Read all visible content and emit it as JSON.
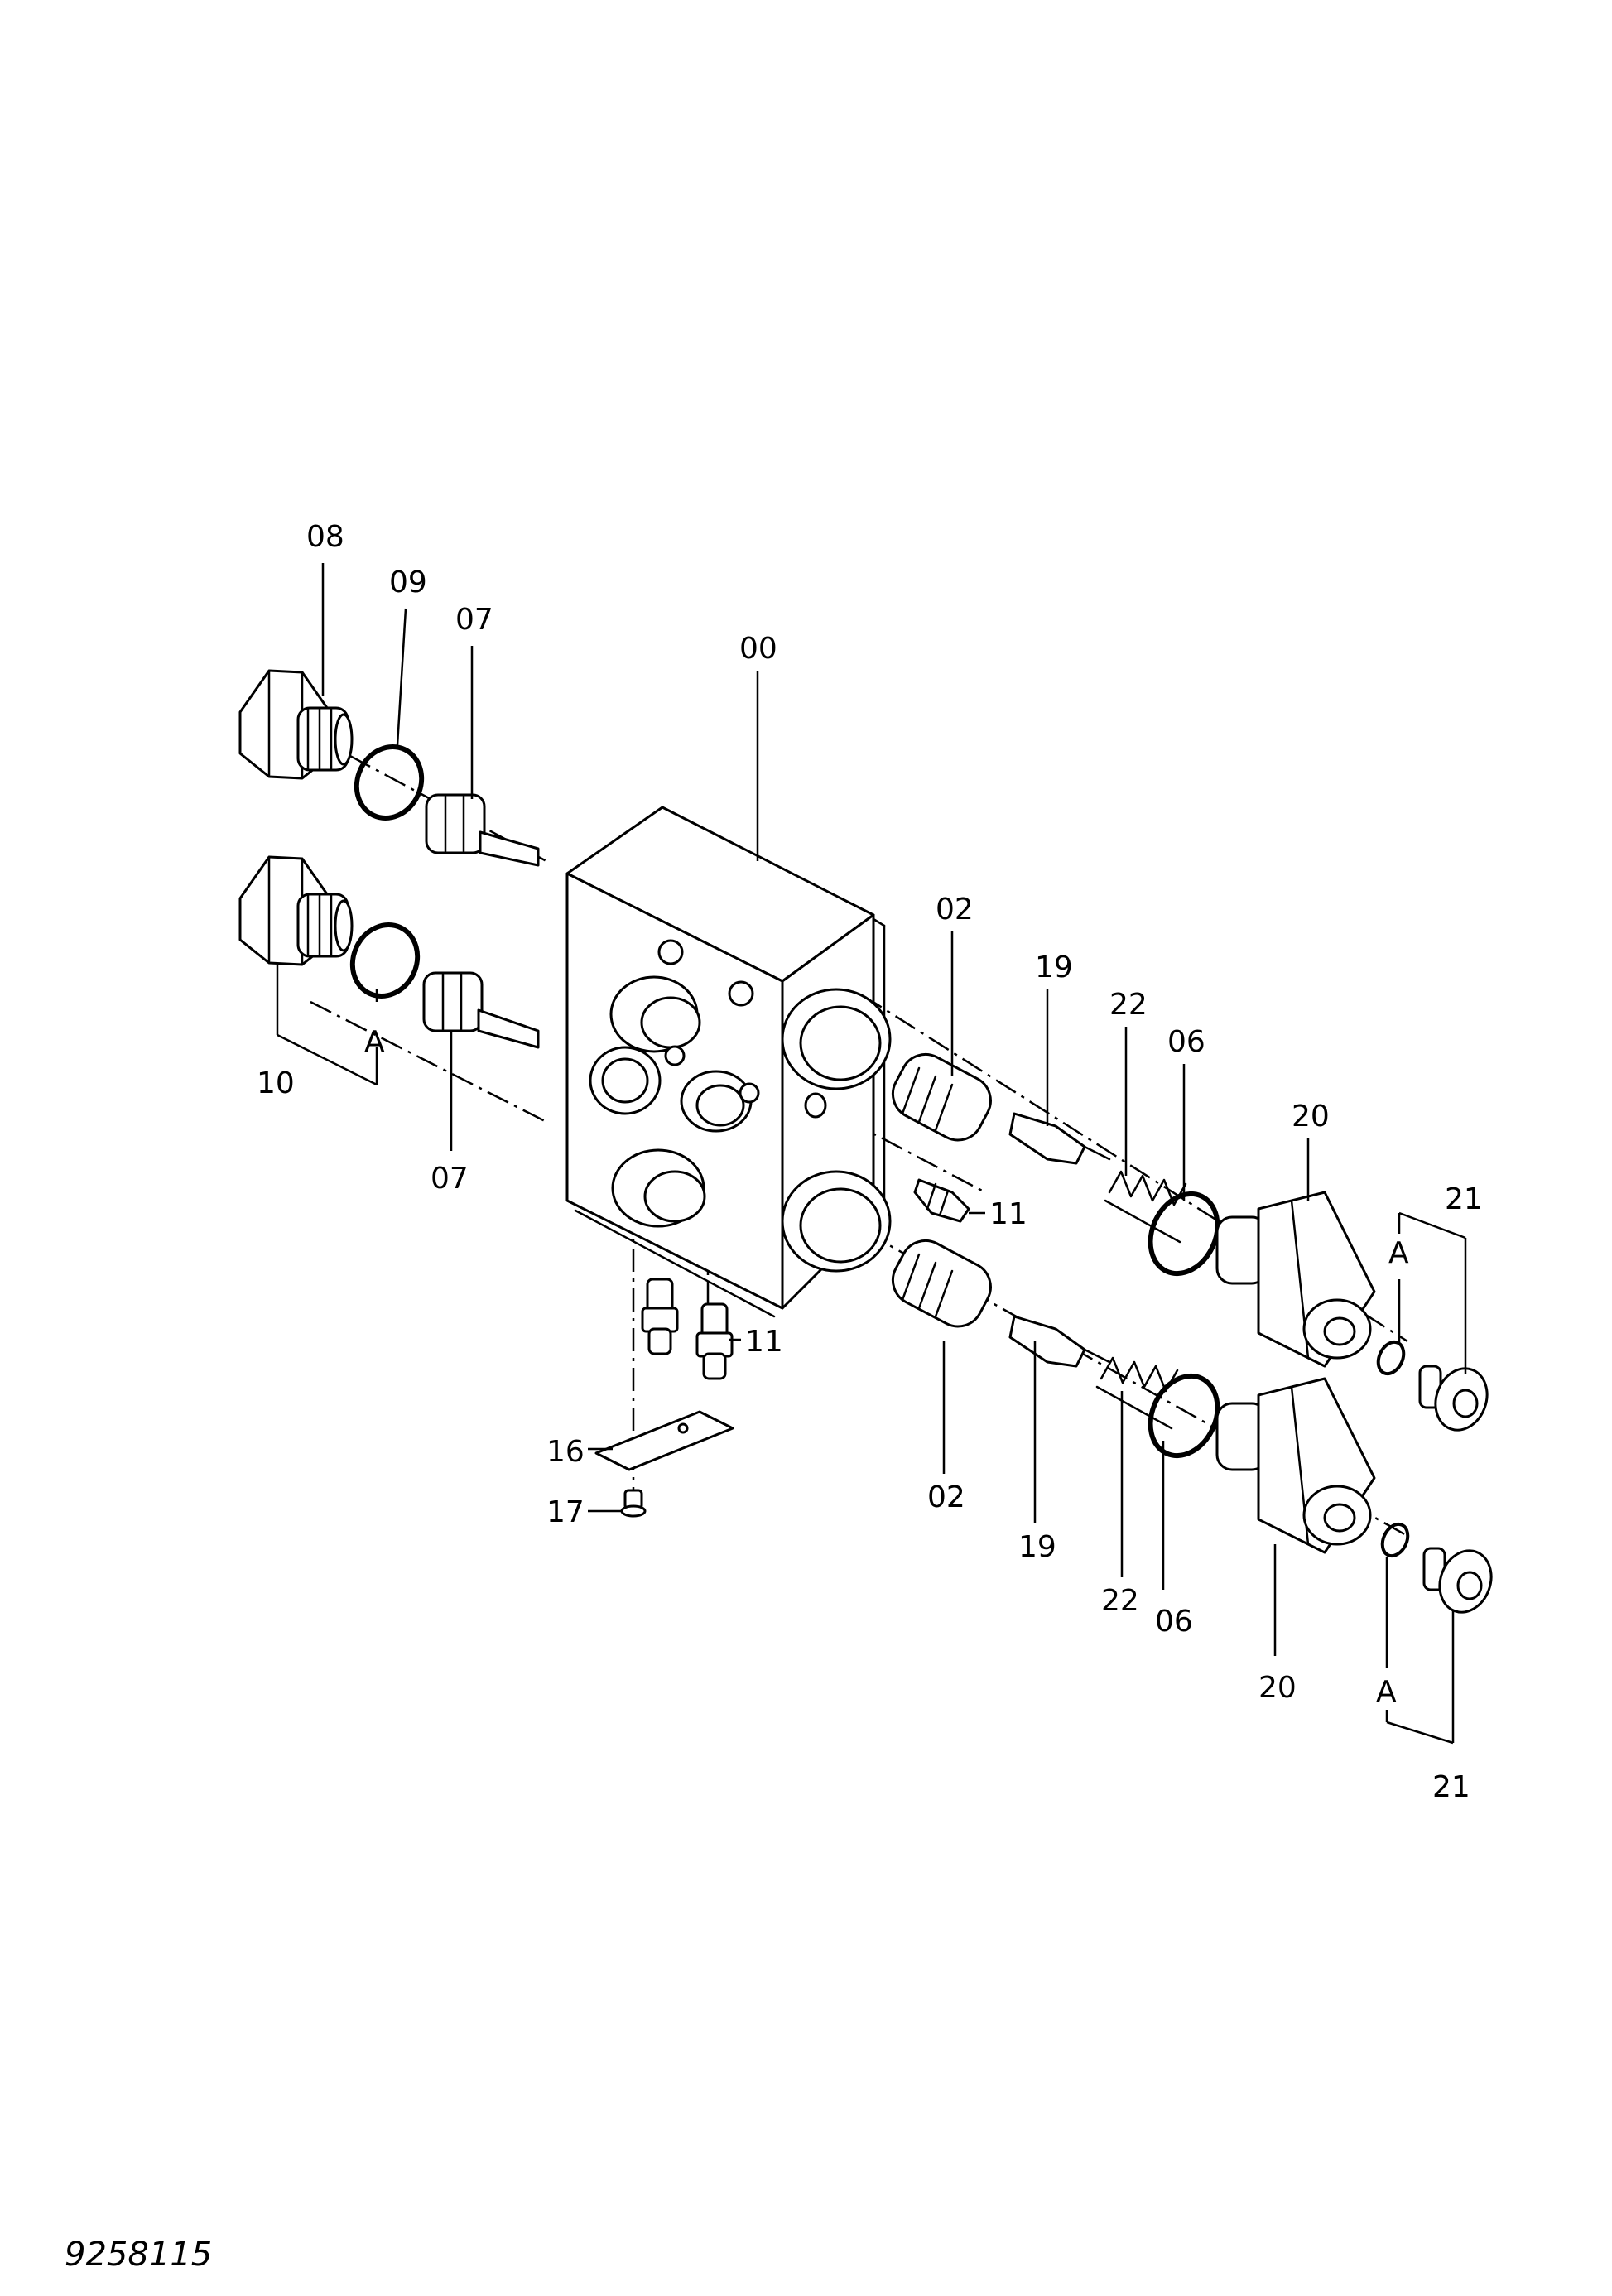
{
  "drawing_number": "9258115",
  "callouts": {
    "c00": "00",
    "c02a": "02",
    "c02b": "02",
    "c06a": "06",
    "c06b": "06",
    "c07a": "07",
    "c07b": "07",
    "c08": "08",
    "c09": "09",
    "c10": "10",
    "c11a": "11",
    "c11b": "11",
    "c16": "16",
    "c17": "17",
    "c19a": "19",
    "c19b": "19",
    "c20a": "20",
    "c20b": "20",
    "c21a": "21",
    "c21b": "21",
    "c22a": "22",
    "c22b": "22"
  },
  "ref_marks": {
    "a1": "A",
    "a2": "A",
    "a3": "A"
  }
}
